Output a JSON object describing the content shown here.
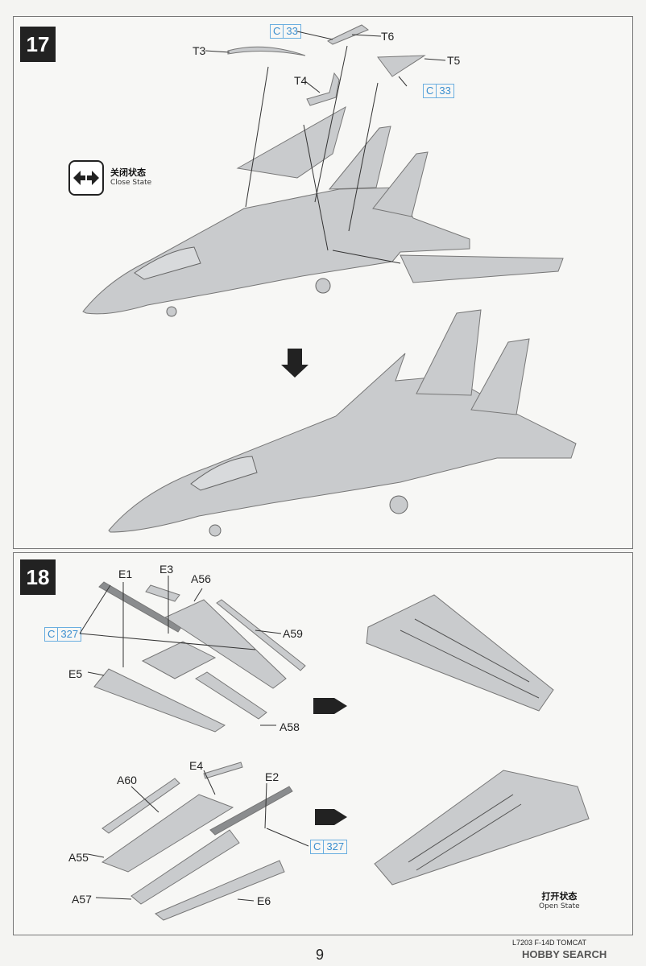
{
  "step17": {
    "number": "17",
    "parts": {
      "t3": "T3",
      "t4": "T4",
      "t5": "T5",
      "t6": "T6"
    },
    "refs": [
      {
        "letter": "C",
        "num": "33"
      },
      {
        "letter": "C",
        "num": "33"
      }
    ],
    "state": {
      "cn": "关闭状态",
      "en": "Close State"
    }
  },
  "step18": {
    "number": "18",
    "parts": {
      "e1": "E1",
      "e3": "E3",
      "a56": "A56",
      "a59": "A59",
      "e5": "E5",
      "a58": "A58",
      "a60": "A60",
      "e4": "E4",
      "e2": "E2",
      "a55": "A55",
      "a57": "A57",
      "e6": "E6"
    },
    "refs": [
      {
        "letter": "C",
        "num": "327"
      },
      {
        "letter": "C",
        "num": "327"
      }
    ],
    "state": {
      "cn": "打开状态",
      "en": "Open State"
    }
  },
  "footer": {
    "code": "L7203   F-14D TOMCAT",
    "page": "9",
    "watermark": "HOBBY SEARCH"
  },
  "colors": {
    "part_gray": "#c9cbcd",
    "line": "#333333",
    "ref_blue": "#3a8ecf"
  }
}
